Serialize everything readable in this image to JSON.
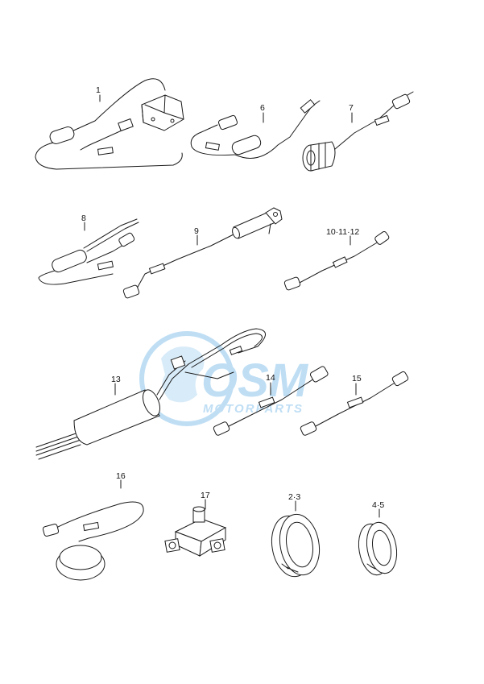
{
  "callouts": [
    "1",
    "6",
    "7",
    "8",
    "9",
    "10·11·12",
    "13",
    "14",
    "15",
    "16",
    "17",
    "2·3",
    "4·5"
  ],
  "watermark": {
    "logo_text": "OSM",
    "sub_text": "MOTORPARTS",
    "color": "#4aa3e0"
  }
}
